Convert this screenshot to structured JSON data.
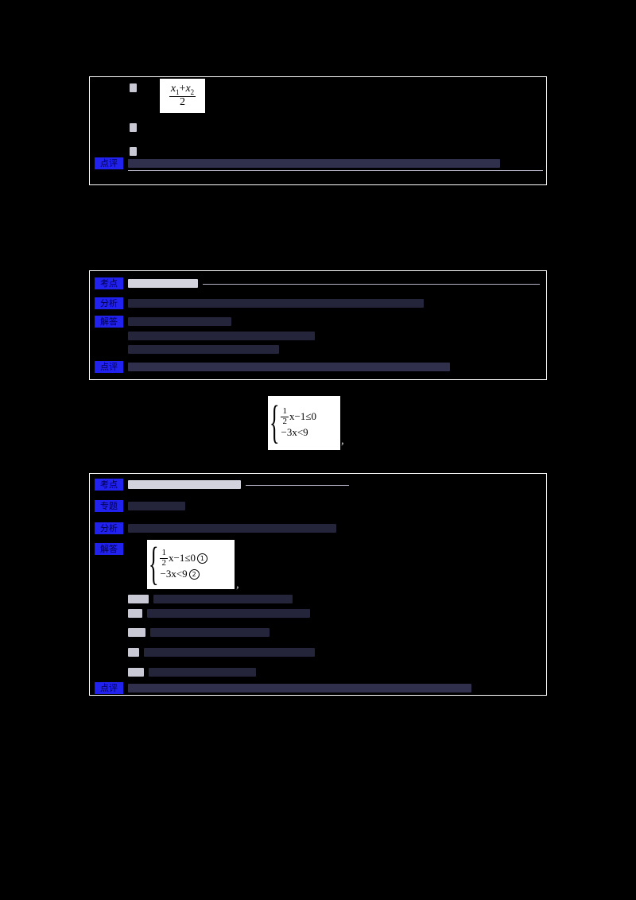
{
  "p1": {
    "comment_label": "点评",
    "formula": {
      "x": "x",
      "sub1": "1",
      "plus": "+",
      "sub2": "2",
      "den": "2"
    }
  },
  "p2": {
    "label_kaodian": "考点",
    "label_fenxi": "分析",
    "label_jieda": "解答",
    "label_dianping": "点评"
  },
  "mid": {
    "lbrace": "{",
    "row1_num": "1",
    "row1_den": "2",
    "row1_rest": "x−1≤0",
    "row2": "−3x<9",
    "comma": ","
  },
  "p3": {
    "label_kaodian": "考点",
    "label_zhuanti": "专题",
    "label_fenxi": "分析",
    "label_jieda": "解答",
    "label_dianping": "点评",
    "system": {
      "lbrace": "{",
      "row1_num": "1",
      "row1_den": "2",
      "row1_rest": "x−1≤0",
      "mark1": "1",
      "row2": "−3x<9",
      "mark2": "2",
      "comma": ","
    }
  }
}
